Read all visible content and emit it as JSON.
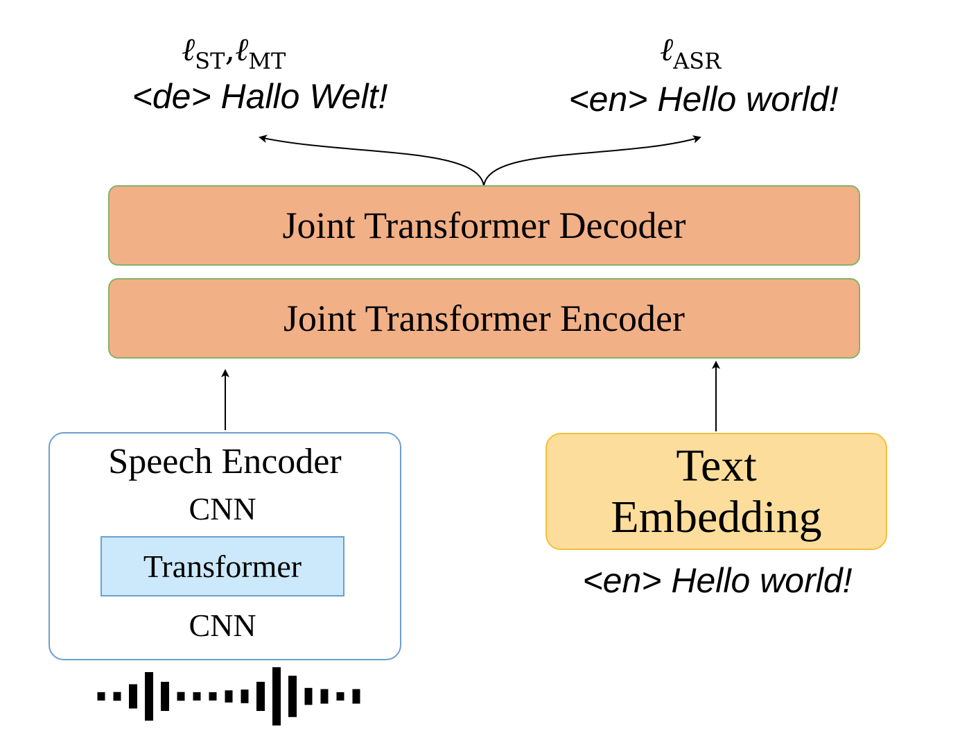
{
  "outputs": {
    "left": {
      "loss_symbol": "ℓ",
      "loss_sub_1": "ST",
      "loss_sep": ",",
      "loss_symbol_2": "ℓ",
      "loss_sub_2": "MT",
      "target": "<de> Hallo Welt!"
    },
    "right": {
      "loss_symbol": "ℓ",
      "loss_sub": "ASR",
      "target": "<en> Hello world!"
    }
  },
  "decoder": {
    "label": "Joint Transformer Decoder"
  },
  "encoder": {
    "label": "Joint Transformer Encoder"
  },
  "speech_encoder": {
    "title": "Speech Encoder",
    "layers": {
      "top": "CNN",
      "middle": "Transformer",
      "bottom": "CNN"
    }
  },
  "text_embedding": {
    "line1": "Text",
    "line2": "Embedding",
    "input": "<en> Hello world!"
  },
  "waveform": {
    "bar_heights": [
      0.1,
      0.18,
      0.5,
      1.0,
      0.6,
      0.18,
      0.12,
      0.12,
      0.25,
      0.28,
      0.6,
      1.2,
      0.85,
      0.35,
      0.3,
      0.15,
      0.3
    ],
    "color": "#000000"
  },
  "colors": {
    "joint_fill": "#f2b087",
    "joint_border": "#82b366",
    "speech_border": "#6c9ed2",
    "speech_layer_fill": "#cce9fb",
    "text_emb_fill": "#fddd9b",
    "text_emb_border": "#f3c038"
  }
}
